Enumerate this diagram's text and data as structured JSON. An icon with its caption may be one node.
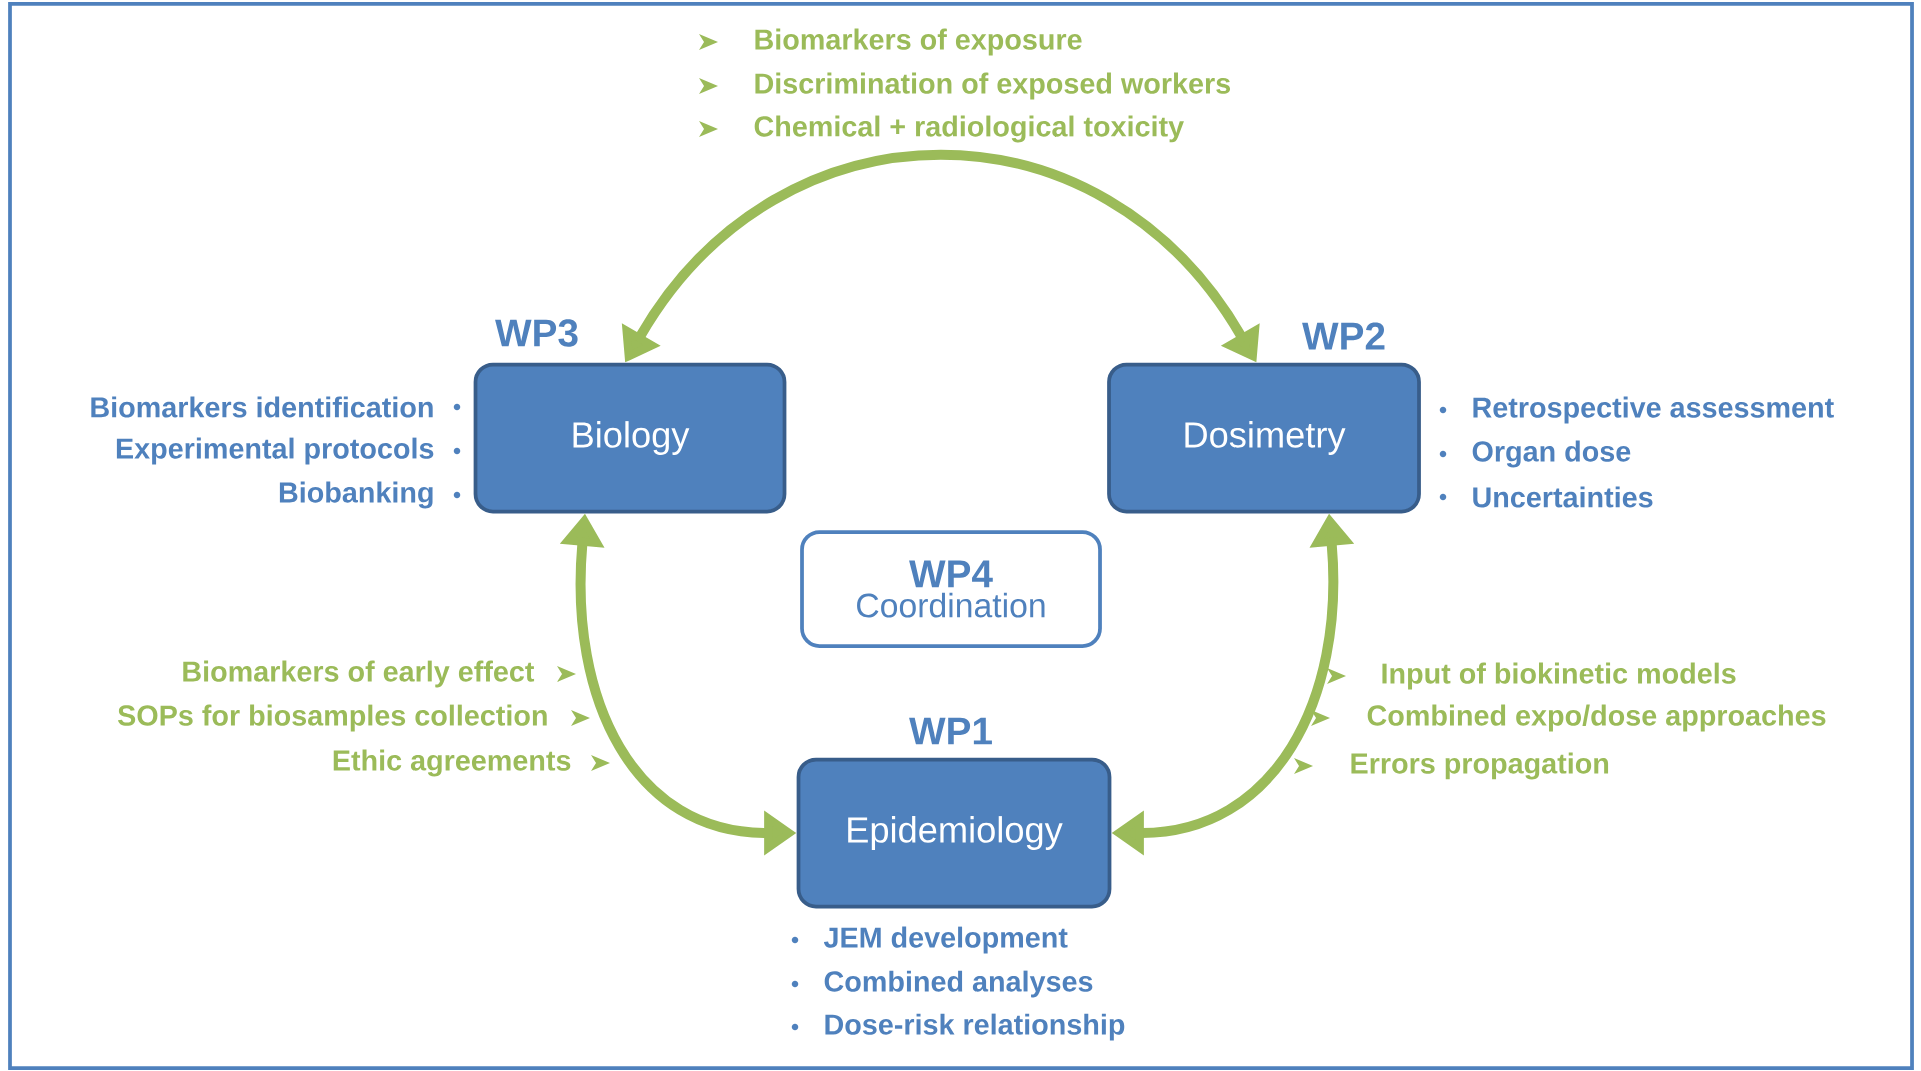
{
  "diagram": {
    "nodes": [
      {
        "text": [
          "WP3",
          "Biology"
        ],
        "beside": [
          "Biomarkers identification",
          "Experimental protocols",
          "Biobanking"
        ]
      },
      {
        "text": [
          "WP2",
          "Dosimetry"
        ],
        "beside": [
          "Retrospective assessment",
          "Organ dose",
          "Uncertainties"
        ]
      },
      {
        "text": [
          "WP4",
          "Coordination"
        ]
      },
      {
        "text": [
          "WP1",
          "Epidemiology"
        ],
        "beside": [
          "JEM development",
          "Combined analyses",
          "Dose-risk relationship"
        ]
      }
    ],
    "edges": [
      {
        "from": 0,
        "to": 1,
        "arrow": "both"
      },
      {
        "from": 0,
        "to": 3,
        "arrow": "both"
      },
      {
        "from": 1,
        "to": 3,
        "arrow": "both"
      }
    ],
    "labels": [
      "Biomarkers of exposure",
      "Discrimination of exposed workers",
      "Chemical + radiological toxicity",
      "Biomarkers of early effect",
      "SOPs for biosamples collection",
      "Ethic agreements",
      "Input of biokinetic models",
      "Combined expo/dose approaches",
      "Errors propagation"
    ]
  }
}
